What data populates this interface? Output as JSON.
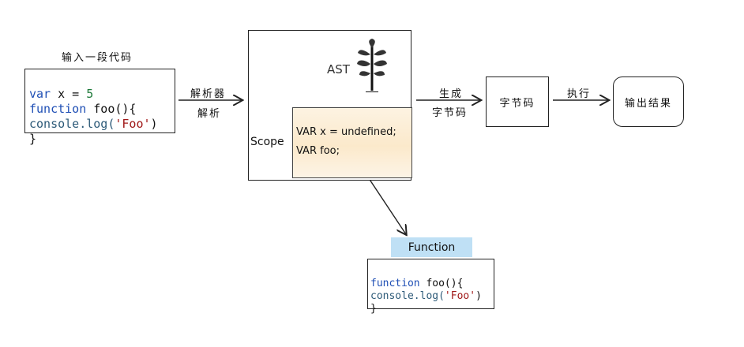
{
  "input_title": "输入一段代码",
  "input_code": {
    "line1_kw": "var",
    "line1_rest": " x = ",
    "line1_num": "5",
    "line2_kw": "function",
    "line2_rest": " foo(){",
    "line3_fn": "console.log(",
    "line3_str": "'Foo'",
    "line3_close": ")",
    "line4": "}"
  },
  "parser_label_top": "解析器",
  "parser_label_bottom": "解析",
  "ast_label": "AST",
  "scope_label": "Scope",
  "scope_lines": [
    "VAR x = undefined;",
    "VAR foo;"
  ],
  "gen_label_top": "生成",
  "gen_label_bottom": "字节码",
  "bytecode_label": "字节码",
  "exec_label": "执行",
  "output_label": "输出结果",
  "function_tag": "Function",
  "function_code": {
    "line1_kw": "function",
    "line1_rest": " foo(){",
    "line2_fn": "console.log(",
    "line2_str": "'Foo'",
    "line2_close": ")",
    "line3": "}"
  },
  "colors": {
    "scope_fill": "#fbeed6",
    "function_tag_fill": "#bfe0f5"
  }
}
